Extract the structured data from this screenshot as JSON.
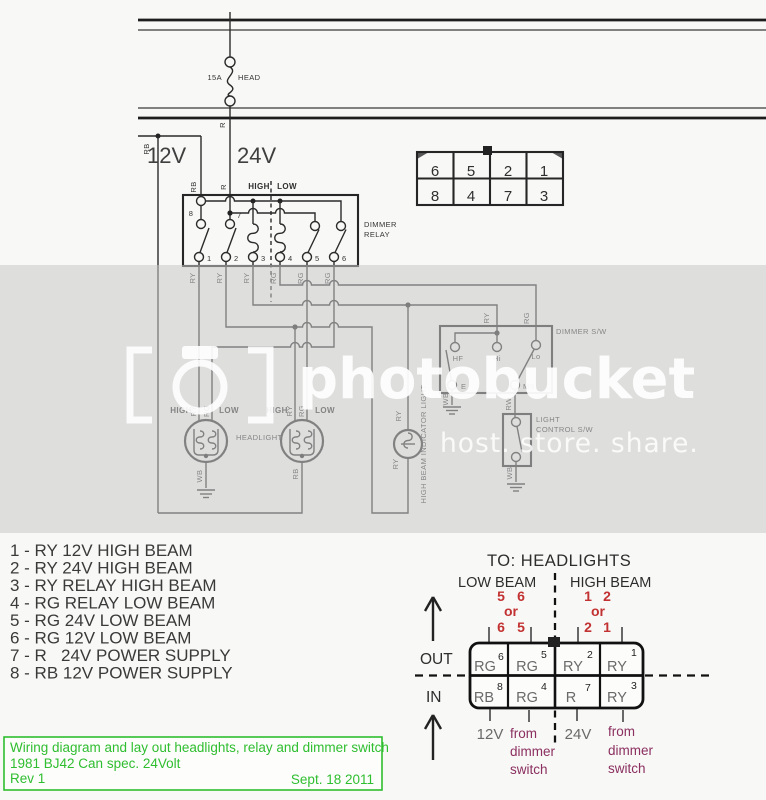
{
  "top": {
    "v12": "12V",
    "v24": "24V",
    "fuse_amp": "15A",
    "fuse_name": "HEAD",
    "wire_r": "R",
    "wire_rb": "RB"
  },
  "pin_table": {
    "r1": [
      "6",
      "5",
      "2",
      "1"
    ],
    "r2": [
      "8",
      "4",
      "7",
      "3"
    ]
  },
  "relay": {
    "name1": "DIMMER",
    "name2": "RELAY",
    "high": "HIGH",
    "low": "LOW",
    "n7": "7",
    "n8": "8",
    "pins": [
      "1",
      "2",
      "3",
      "4",
      "5",
      "6"
    ],
    "wires": [
      "RY",
      "RY",
      "RY",
      "RG",
      "RG",
      "RG"
    ]
  },
  "dimmer_sw": {
    "label": "DIMMER S/W",
    "hf": "HF",
    "hi": "Hi",
    "lo": "Lo",
    "e": "E",
    "ms": "MS",
    "ry": "RY",
    "rg": "RG",
    "wb": "WB",
    "rw": "RW"
  },
  "light_sw": {
    "l1": "LIGHT",
    "l2": "CONTROL S/W",
    "wb": "WB"
  },
  "headlight1": {
    "high": "HIGH",
    "low": "LOW",
    "ry": "RY",
    "rg": "RG",
    "wb": "WB",
    "name": "HEADLIGHT"
  },
  "headlight2": {
    "high": "HIGH",
    "low": "LOW",
    "ry": "RY",
    "rg": "RG",
    "rb": "RB"
  },
  "indicator": {
    "ry_top": "RY",
    "ry_bottom": "RY",
    "caption": "HIGH BEAM INDICATOR LIGHT"
  },
  "legend": [
    "1 - RY 12V HIGH BEAM",
    "2 - RY 24V HIGH BEAM",
    "3 - RY RELAY HIGH BEAM",
    "4 - RG RELAY LOW BEAM",
    "5 - RG 24V LOW BEAM",
    "6 - RG 12V LOW BEAM",
    "7 - R   24V POWER SUPPLY",
    "8 - RB 12V POWER SUPPLY"
  ],
  "connector": {
    "title": "TO: HEADLIGHTS",
    "low": "LOW BEAM",
    "high": "HIGH BEAM",
    "ln1": "5",
    "ln2": "6",
    "or1": "or",
    "ln3": "6",
    "ln4": "5",
    "hn1": "1",
    "hn2": "2",
    "or2": "or",
    "hn3": "2",
    "hn4": "1",
    "out": "OUT",
    "in": "IN",
    "top_cells": [
      {
        "t": "RG",
        "s": "6"
      },
      {
        "t": "RG",
        "s": "5"
      },
      {
        "t": "RY",
        "s": "2"
      },
      {
        "t": "RY",
        "s": "1"
      }
    ],
    "bot_cells": [
      {
        "t": "RB",
        "s": "8"
      },
      {
        "t": "RG",
        "s": "4"
      },
      {
        "t": "R",
        "s": "7"
      },
      {
        "t": "RY",
        "s": "3"
      }
    ],
    "v12": "12V",
    "v24": "24V",
    "from1": [
      "from",
      "dimmer",
      "switch"
    ],
    "from2": [
      "from",
      "dimmer",
      "switch"
    ]
  },
  "caption": {
    "l1": "Wiring diagram and lay out headlights, relay and dimmer switch",
    "l2": "1981 BJ42 Can spec. 24Volt",
    "l3": "Rev 1",
    "date": "Sept. 18 2011"
  },
  "watermark": {
    "brand": "photobucket",
    "tagline": "host. store. share."
  },
  "colors": {
    "green": "#2fbe2f",
    "red": "#c23232",
    "maroon": "#8b3060",
    "ink": "#2b2b2b"
  }
}
